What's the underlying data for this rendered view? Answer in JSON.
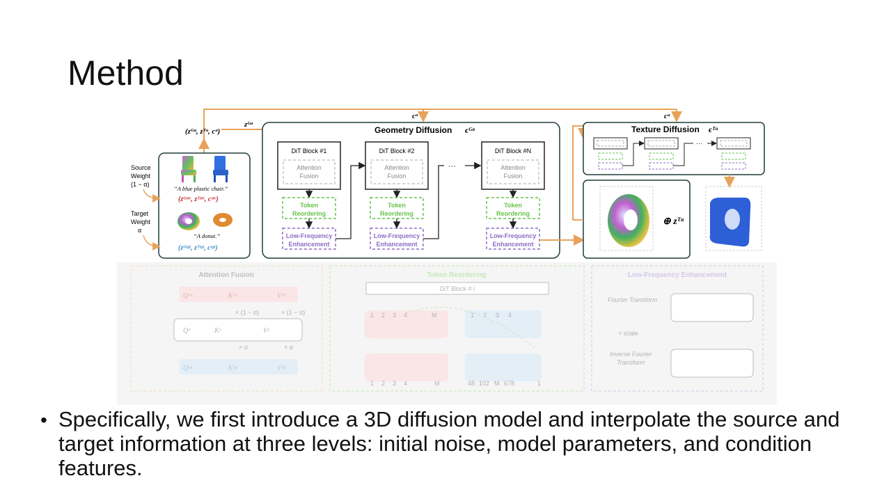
{
  "slide": {
    "title": "Method",
    "bullet": "Specifically, we first introduce a 3D diffusion model and interpolate the source and target information at three levels: initial noise, model parameters, and condition features."
  },
  "figure": {
    "top_tuple": "(zᴳᵅ, zᵀᵅ, cᵅ)",
    "zg_alpha": "zᴳᵅ",
    "c_alpha": "cᵅ",
    "source_weight": [
      "Source",
      "Weight",
      "(1 − α)"
    ],
    "target_weight": [
      "Target",
      "Weight",
      "α"
    ],
    "chair_caption": "“A blue plastic chair.”",
    "src_tuple": "(zᴳˢʳᶜ, zᵀˢʳᶜ, cˢʳᶜ)",
    "donut_caption": "“A donut.”",
    "tgt_tuple": "(zᴳᵗᵍᵗ, zᵀᵗᵍᵗ, cᵗᵍᵗ)",
    "geometry_title": "Geometry Diffusion",
    "geometry_symbol": "ϵᴳᵅ",
    "dit_blocks": [
      {
        "label": "DiT Block #1",
        "attn": [
          "Attention",
          "Fusion"
        ],
        "token": [
          "Token",
          "Reordering"
        ],
        "lfe": [
          "Low-Frequency",
          "Enhancement"
        ]
      },
      {
        "label": "DiT Block #2",
        "attn": [
          "Attention",
          "Fusion"
        ],
        "token": [
          "Token",
          "Reordering"
        ],
        "lfe": [
          "Low-Frequency",
          "Enhancement"
        ]
      },
      {
        "label": "DiT Block #N",
        "attn": [
          "Attention",
          "Fusion"
        ],
        "token": [
          "Token",
          "Reordering"
        ],
        "lfe": [
          "Low-Frequency",
          "Enhancement"
        ]
      }
    ],
    "ellipsis": "···",
    "texture_title": "Texture Diffusion",
    "texture_symbol": "ϵᵀᵅ",
    "oplus_zt": "⊕ zᵀᵅ",
    "bottom": {
      "attention": {
        "title": "Attention Fusion",
        "q_src": "Qˢʳᶜ",
        "k_src": "Kˢʳᶜ",
        "v_src": "Vˢʳᶜ",
        "q_a": "Qᵅ",
        "k_a": "Kᵅ",
        "v_a": "Vᵅ",
        "q_tgt": "Qᵗᵍᵗ",
        "k_tgt": "Kᵗᵍᵗ",
        "v_tgt": "Vᵗᵍᵗ",
        "one_minus_alpha": "× (1 − α)",
        "times_alpha": "× α"
      },
      "token": {
        "title": "Token Reordering",
        "dit_block_i": "DiT Block # i",
        "top_idx": [
          "1",
          "2",
          "3",
          "4",
          "M"
        ],
        "top_idx_right": [
          "1",
          "2",
          "3",
          "4"
        ],
        "bottom_idx": [
          "1",
          "2",
          "3",
          "4",
          "M"
        ],
        "bottom_idx_right": [
          "48",
          "102",
          "M",
          "678",
          "1"
        ]
      },
      "lfe": {
        "title": "Low-Frequency Enhancement",
        "fourier": "Fourier Transform",
        "scale": "× scale",
        "inverse": [
          "Inverse Fourier",
          "Transform"
        ]
      }
    }
  },
  "colors": {
    "orange": "#e8a35a",
    "green": "#66c24a",
    "purple": "#8e6cc6",
    "dark": "#222222"
  }
}
